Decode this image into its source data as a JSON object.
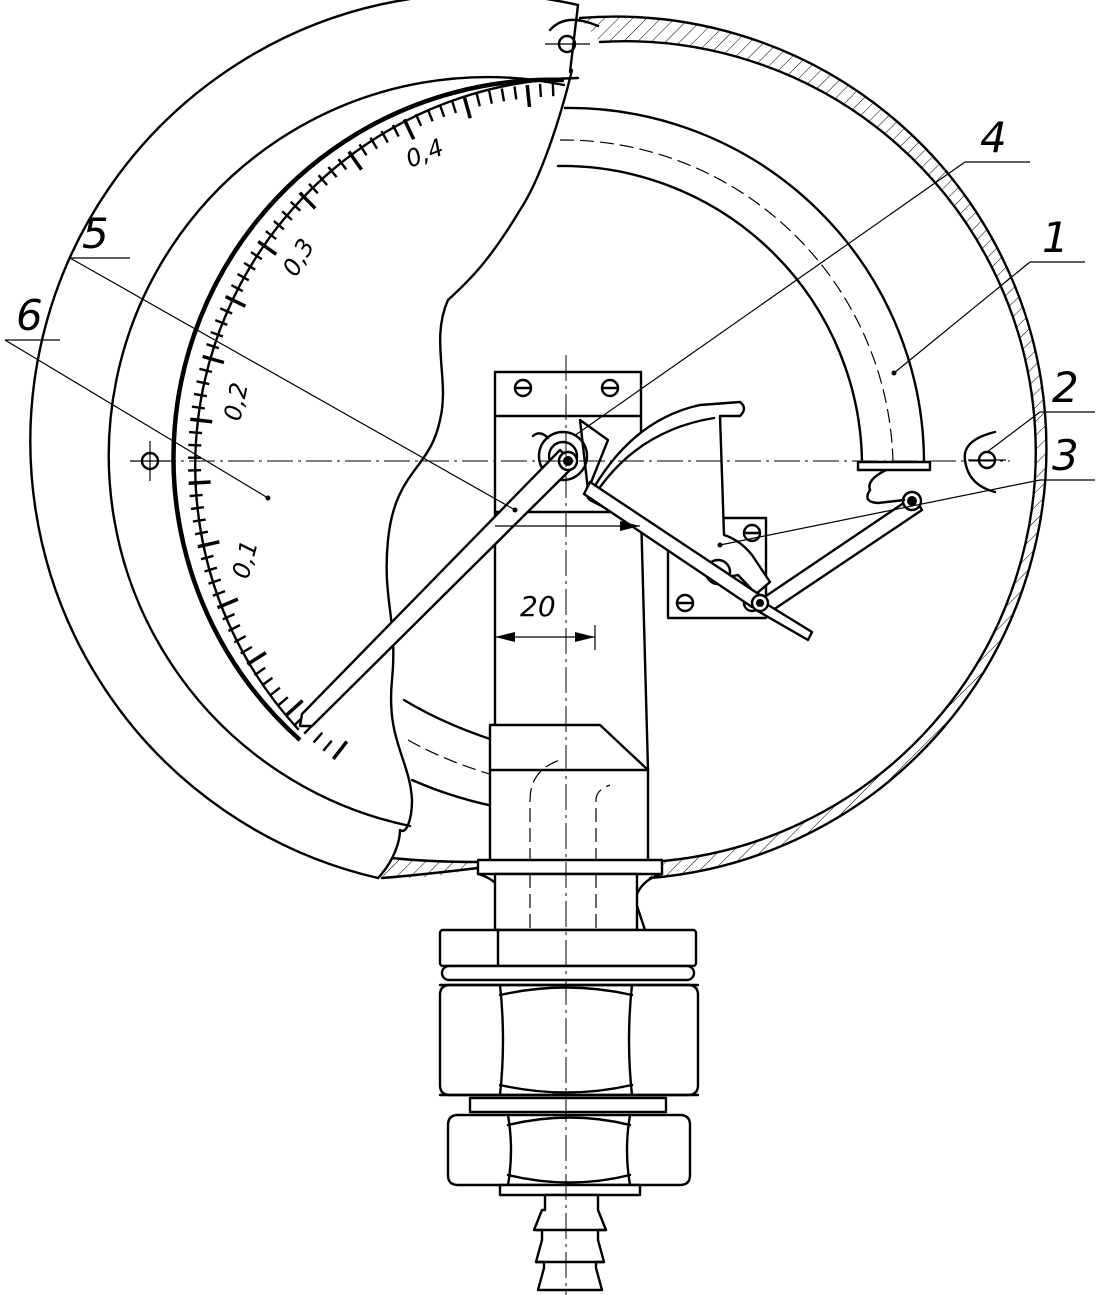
{
  "diagram": {
    "callouts": [
      {
        "id": "c1",
        "text": "1"
      },
      {
        "id": "c2",
        "text": "2"
      },
      {
        "id": "c3",
        "text": "3"
      },
      {
        "id": "c4",
        "text": "4"
      },
      {
        "id": "c5",
        "text": "5"
      },
      {
        "id": "c6",
        "text": "6"
      }
    ],
    "scale_labels": [
      "0,1",
      "0,2",
      "0,3",
      "0,4"
    ],
    "dimension": "20"
  }
}
